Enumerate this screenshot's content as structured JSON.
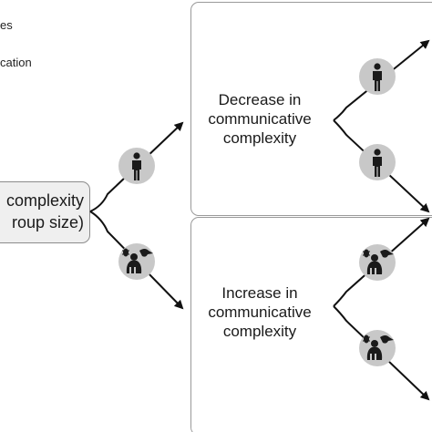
{
  "legend": {
    "line1": "es",
    "line2": "cation"
  },
  "source_box": {
    "line1": "complexity",
    "line2": "roup size)"
  },
  "panels": {
    "decrease": {
      "line1": "Decrease in",
      "line2": "communicative",
      "line3": "complexity"
    },
    "increase": {
      "line1": "Increase in",
      "line2": "communicative",
      "line3": "complexity"
    }
  },
  "icons": {
    "human": "human-figure-icon",
    "animals": "animal-group-icon"
  },
  "colors": {
    "icon_circle": "#c8c8c8",
    "icon_fill": "#1a1a1a",
    "panel_border": "#9a9a9a",
    "source_fill": "#efefef",
    "arrow": "#111111"
  }
}
